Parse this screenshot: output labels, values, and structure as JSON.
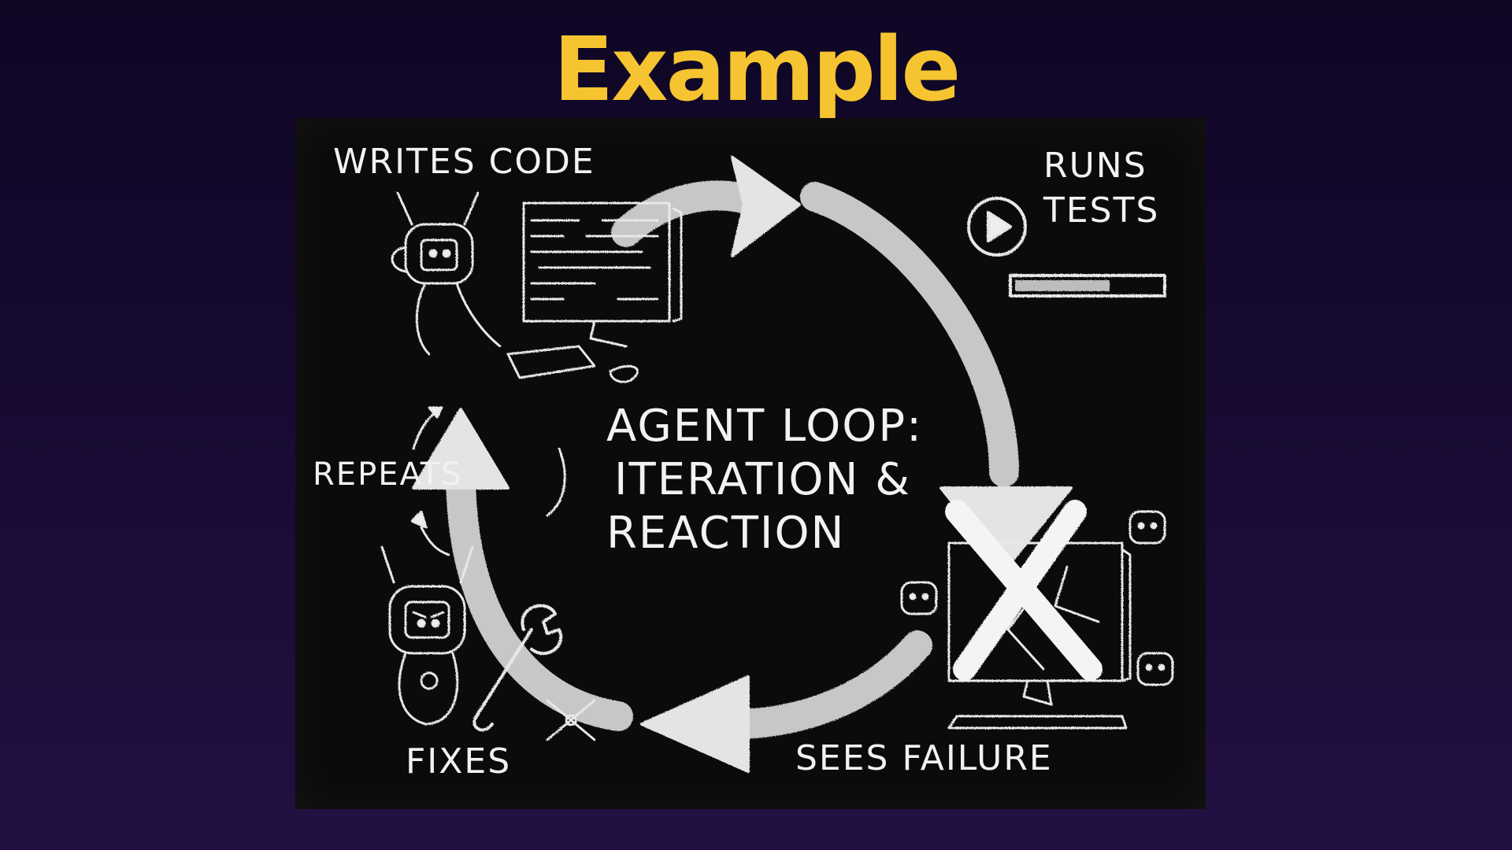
{
  "title": "Example",
  "diagram": {
    "center_line1": "AGENT LOOP:",
    "center_line2": "ITERATION &",
    "center_line3": "REACTION",
    "steps": {
      "writes_code": "WRITES CODE",
      "runs_tests_1": "RUNS",
      "runs_tests_2": "TESTS",
      "sees_failure": "SEES FAILURE",
      "fixes": "FIXES",
      "repeats": "REPEATS"
    }
  },
  "colors": {
    "title": "#f5c430",
    "chalk": "#f2f2f2",
    "board": "#0b0b0b"
  }
}
